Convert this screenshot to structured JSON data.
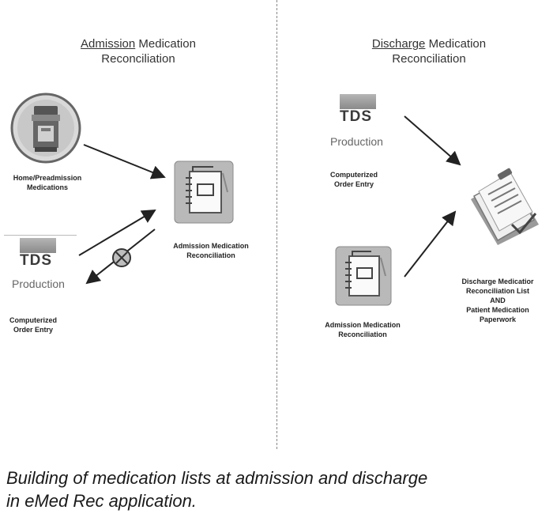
{
  "left": {
    "heading_underlined": "Admission",
    "heading_rest": " Medication",
    "heading_line2": "Reconciliation",
    "home_label_1": "Home/Preadmission",
    "home_label_2": "Medications",
    "tds_title": "TDS",
    "tds_sub": "Production",
    "cpoe_label_1": "Computerized",
    "cpoe_label_2": "Order Entry",
    "notebook_label_1": "Admission Medication",
    "notebook_label_2": "Reconciliation"
  },
  "right": {
    "heading_underlined": "Discharge",
    "heading_rest": " Medication",
    "heading_line2": "Reconciliation",
    "tds_title": "TDS",
    "tds_sub": "Production",
    "cpoe_label_1": "Computerized",
    "cpoe_label_2": "Order Entry",
    "notebook_label_1": "Admission Medication",
    "notebook_label_2": "Reconciliation",
    "discharge_label_1": "Discharge Medicatior",
    "discharge_label_2": "Reconciliation List",
    "discharge_label_3": "AND",
    "discharge_label_4": "Patient Medication",
    "discharge_label_5": "Paperwork"
  },
  "caption": {
    "line1": "Building of medication lists at admission and discharge",
    "line2": "in eMed Rec application."
  },
  "icons": {
    "pill_bottle": "pill-bottle-icon",
    "notebook": "notebook-icon",
    "clipboard": "clipboard-icon",
    "blocked": "blocked-icon"
  }
}
